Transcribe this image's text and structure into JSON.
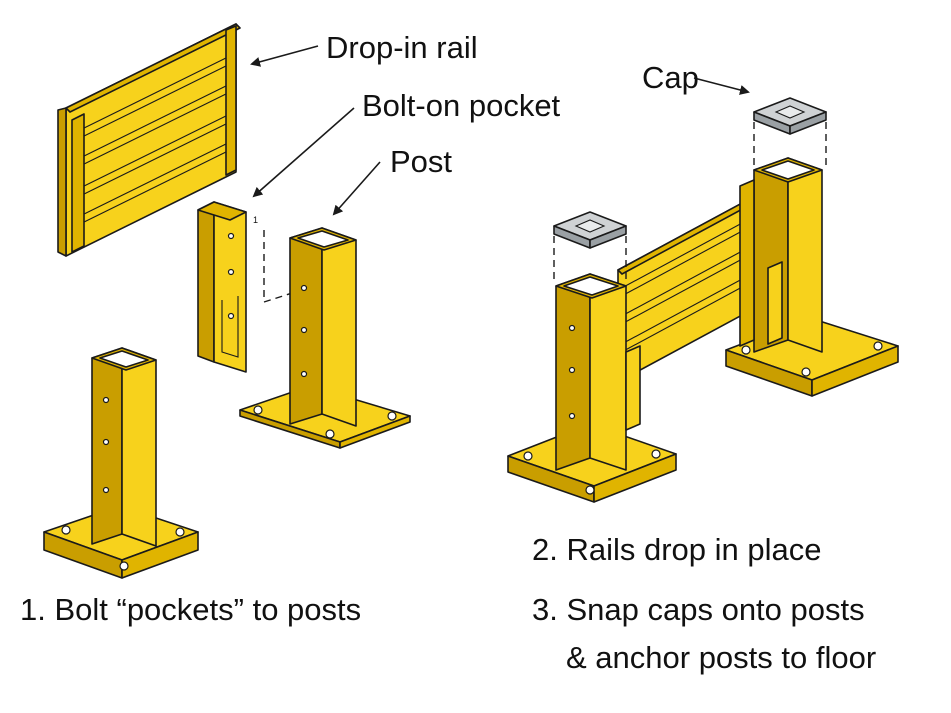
{
  "colors": {
    "rail_yellow": "#f7d21c",
    "rail_shade": "#e0b400",
    "rail_dark": "#c99e00",
    "cap_gray": "#cfd2d4",
    "cap_shade": "#9aa0a4",
    "ink": "#1a1a1a"
  },
  "callouts": {
    "drop_in_rail": "Drop-in rail",
    "bolt_on_pocket": "Bolt-on pocket",
    "post": "Post",
    "cap": "Cap"
  },
  "steps": {
    "step1": "1. Bolt “pockets” to posts",
    "step2": "2. Rails drop in place",
    "step3_line1": "3. Snap caps onto posts",
    "step3_line2": "& anchor posts to floor"
  },
  "bolt_marker": "1"
}
